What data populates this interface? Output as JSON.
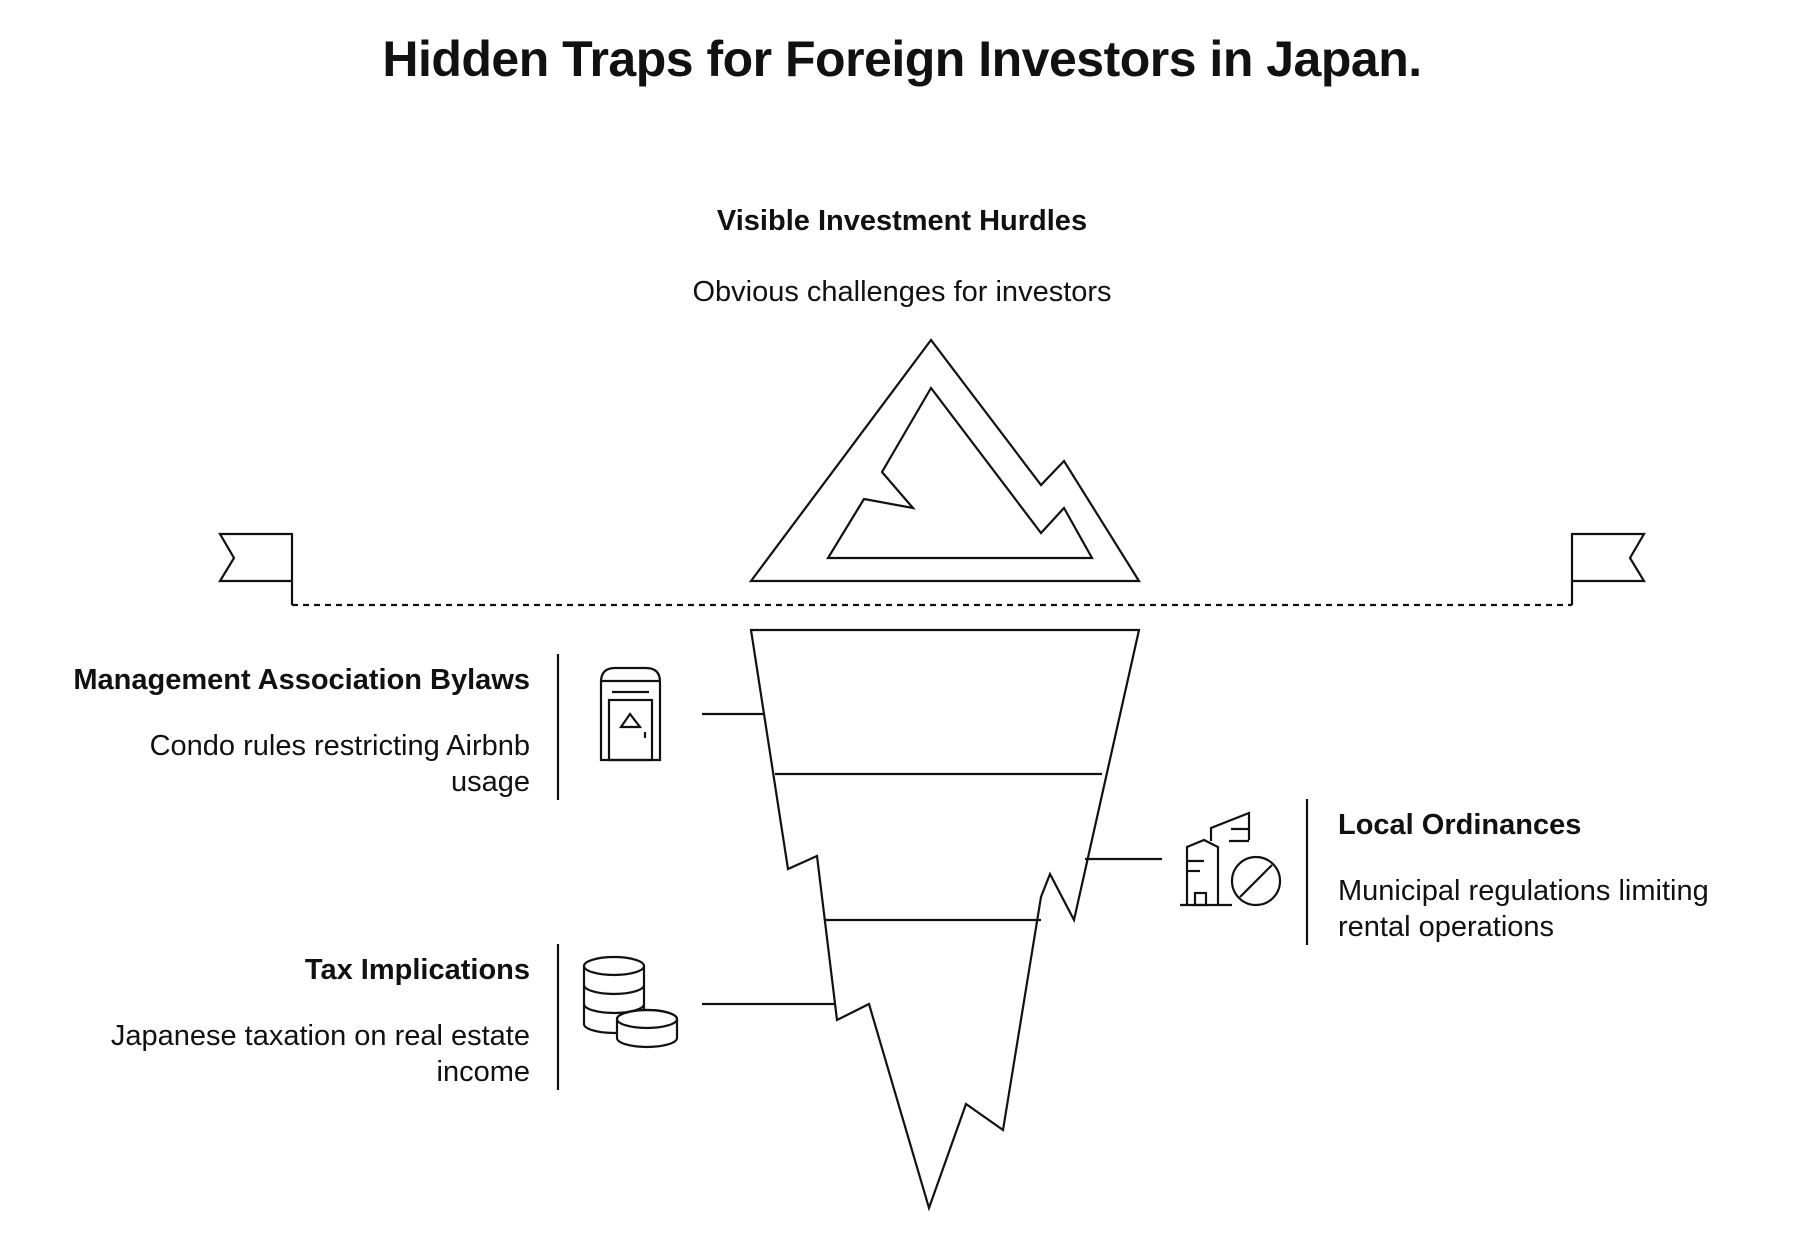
{
  "title": "Hidden Traps for Foreign Investors in Japan.",
  "top": {
    "heading": "Visible Investment Hurdles",
    "description": "Obvious challenges for investors"
  },
  "items": [
    {
      "heading": "Management Association Bylaws",
      "description": "Condo rules restricting Airbnb usage",
      "icon": "condo-door-icon"
    },
    {
      "heading": "Local Ordinances",
      "description": "Municipal regulations limiting rental operations",
      "icon": "building-prohibited-icon"
    },
    {
      "heading": "Tax Implications",
      "description": "Japanese taxation on real estate income",
      "icon": "coin-stack-icon"
    }
  ]
}
